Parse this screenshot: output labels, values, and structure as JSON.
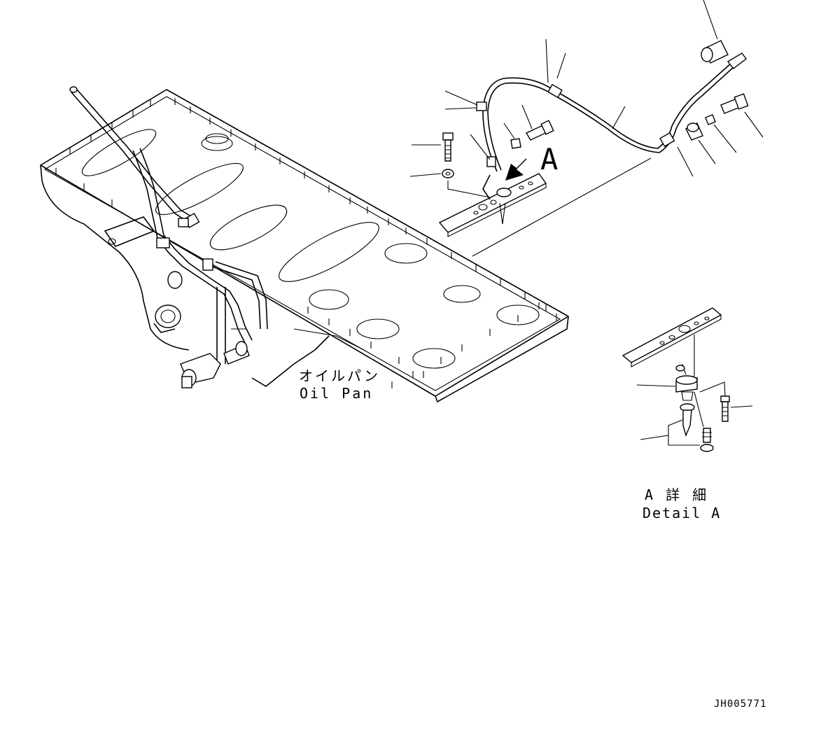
{
  "labels": {
    "oil_pan_jp": "オイルパン",
    "oil_pan_en": "Oil Pan",
    "view_marker": "A",
    "detail_jp": "A 詳 細",
    "detail_en": "Detail A",
    "drawing_number": "JH005771"
  },
  "colors": {
    "ink": "#000000",
    "paper": "#ffffff"
  }
}
